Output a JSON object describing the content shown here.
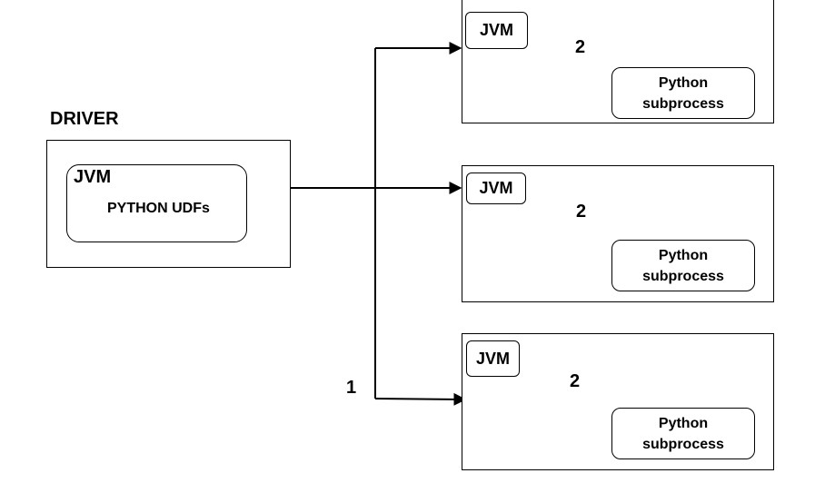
{
  "driver": {
    "title": "DRIVER",
    "jvm_label": "JVM",
    "udfs_label": "PYTHON UDFs"
  },
  "step_labels": {
    "dispatch": "1",
    "exchange": "2"
  },
  "executors": [
    {
      "jvm_label": "JVM",
      "python_label": "Python\nsubprocess"
    },
    {
      "jvm_label": "JVM",
      "python_label": "Python\nsubprocess"
    },
    {
      "jvm_label": "JVM",
      "python_label": "Python\nsubprocess"
    }
  ]
}
